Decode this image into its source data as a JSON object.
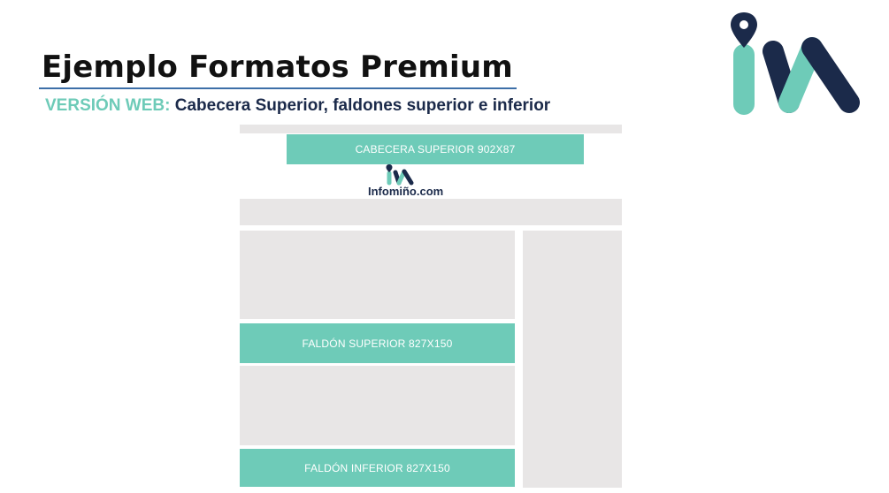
{
  "slide": {
    "title": "Ejemplo Formatos Premium",
    "subtitle_prefix": "VERSIÓN WEB:",
    "subtitle_text": "Cabecera Superior, faldones superior e inferior"
  },
  "mockup": {
    "header_banner_label": "CABECERA SUPERIOR 902X87",
    "site_name": "Infomiño.com",
    "upper_banner_label": "FALDÓN SUPERIOR 827X150",
    "lower_banner_label": "FALDÓN INFERIOR 827X150"
  },
  "colors": {
    "accent_teal": "#6ecbb8",
    "navy": "#1b2a4a",
    "placeholder_gray": "#e8e6e6",
    "title_rule_blue": "#3d6fa8"
  },
  "icons": {
    "brand_logo": "im-map-pin-logo",
    "site_logo": "im-map-pin-logo-small"
  }
}
